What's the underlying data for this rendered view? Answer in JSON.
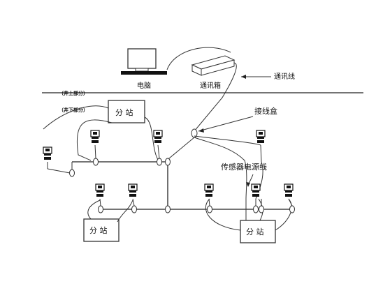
{
  "labels": {
    "computer": "电脑",
    "comm_box": "通讯箱",
    "comm_line": "通讯线",
    "above_ground": "（井上部分）",
    "below_ground": "（井下部分）",
    "junction_box": "接线盒",
    "sensor_power_line": "传感器电源线",
    "substation": "分 站"
  }
}
